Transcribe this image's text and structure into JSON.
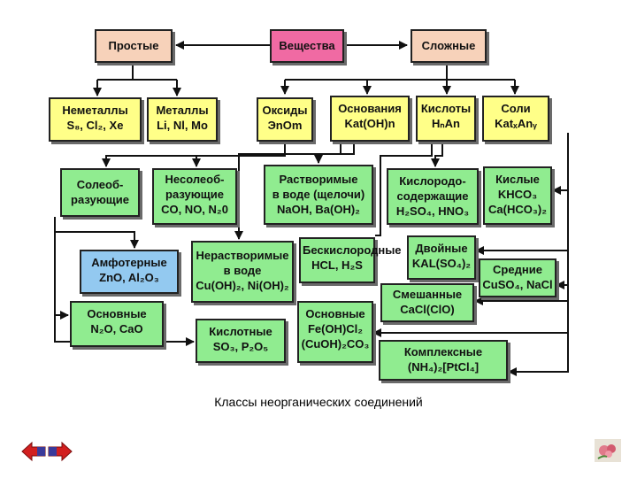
{
  "nodes": {
    "root": {
      "lines": [
        "Вещества"
      ]
    },
    "simple": {
      "lines": [
        "Простые"
      ]
    },
    "complex": {
      "lines": [
        "Сложные"
      ]
    },
    "nonmetals": {
      "lines": [
        "Неметаллы",
        "S₈, Cl₂, Xe"
      ]
    },
    "metals": {
      "lines": [
        "Металлы",
        "Li, Nl, Mo"
      ]
    },
    "oxides": {
      "lines": [
        "Оксиды",
        "ЭnOm"
      ]
    },
    "bases": {
      "lines": [
        "Основания",
        "Kat(OH)n"
      ]
    },
    "acids": {
      "lines": [
        "Кислоты",
        "HₙAn"
      ]
    },
    "salts": {
      "lines": [
        "Соли",
        "KatₓAnᵧ"
      ]
    },
    "saltform": {
      "lines": [
        "Солеоб-",
        "разующие"
      ]
    },
    "nonsalt": {
      "lines": [
        "Несолеоб-",
        "разующие",
        "CO, NO, N₂0"
      ]
    },
    "soluble": {
      "lines": [
        "Растворимые",
        "в воде (щелочи)",
        "NaOH, Ba(OH)₂"
      ]
    },
    "oxyacids": {
      "lines": [
        "Кислородо-",
        "содержащие",
        "H₂SO₄, HNO₃"
      ]
    },
    "acidsalts": {
      "lines": [
        "Кислые",
        "KHCO₃",
        "Ca(HCO₃)₂"
      ]
    },
    "amphoteric": {
      "lines": [
        "Амфотерные",
        "ZnO, Al₂O₃"
      ]
    },
    "insoluble": {
      "lines": [
        "Нерастворимые",
        "в воде",
        "Cu(OH)₂, Ni(OH)₂"
      ]
    },
    "anoxic": {
      "lines": [
        "Бескислородные",
        "HCL, H₂S"
      ]
    },
    "double": {
      "lines": [
        "Двойные",
        "KAL(SO₄)₂"
      ]
    },
    "medium": {
      "lines": [
        "Средние",
        "CuSO₄, NaCl"
      ]
    },
    "mixed": {
      "lines": [
        "Смешанные",
        "CaCl(ClO)"
      ]
    },
    "basicox": {
      "lines": [
        "Основные",
        "N₂O, CaO"
      ]
    },
    "acidicox": {
      "lines": [
        "Кислотные",
        "SO₃, P₂O₅"
      ]
    },
    "basicsalts": {
      "lines": [
        "Основные",
        "Fe(OH)Cl₂",
        "(CuOH)₂CO₃"
      ]
    },
    "complexsalt": {
      "lines": [
        "Комплексные",
        "(NH₄)₂[PtCl₄]"
      ]
    }
  },
  "caption": "Классы неорганических соединений",
  "colors": {
    "root": "#f06aa3",
    "level1": "#f7d2ba",
    "level2": "#ffff88",
    "level3": "#90ec90",
    "amphoteric": "#93c9f0",
    "nav_arrow": "#d21f1f"
  },
  "icons": {
    "nav_prev": "arrow-left-icon",
    "nav_next": "arrow-right-icon",
    "extra": "flower-icon"
  }
}
